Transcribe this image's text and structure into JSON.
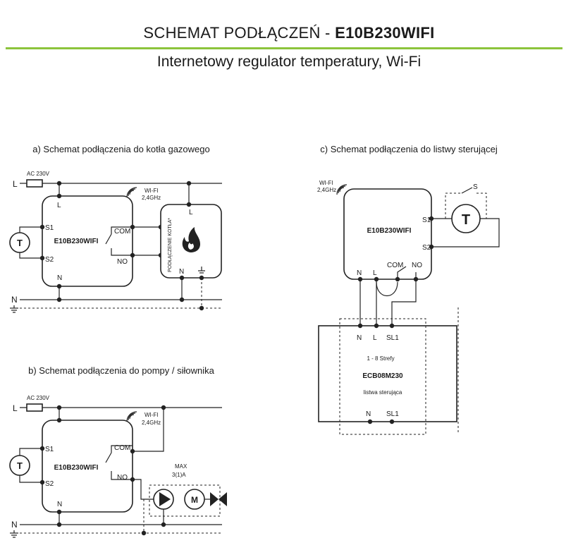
{
  "header": {
    "title_prefix": "SCHEMAT PODŁĄCZEŃ - ",
    "title_model": "E10B230WIFI",
    "subtitle": "Internetowy regulator temperatury, Wi-Fi"
  },
  "diagram_a": {
    "caption": "a) Schemat podłączenia do kotła gazowego",
    "supply": "AC 230V",
    "line_L": "L",
    "line_N": "N",
    "device": "E10B230WIFI",
    "term_L": "L",
    "term_S1": "S1",
    "term_S2": "S2",
    "term_COM": "COM",
    "term_NO": "NO",
    "term_N": "N",
    "sensor": "T",
    "wifi_1": "WI-FI",
    "wifi_2": "2,4GHz",
    "boiler_label": "PODŁĄCZENIE KOTŁA*",
    "boiler_L": "L",
    "boiler_N": "N"
  },
  "diagram_b": {
    "caption": "b) Schemat podłączenia do pompy / siłownika",
    "supply": "AC 230V",
    "line_L": "L",
    "line_N": "N",
    "device": "E10B230WIFI",
    "term_S1": "S1",
    "term_S2": "S2",
    "term_COM": "COM",
    "term_NO": "NO",
    "term_N": "N",
    "sensor": "T",
    "wifi_1": "WI-FI",
    "wifi_2": "2,4GHz",
    "max_1": "MAX",
    "max_2": "3(1)A",
    "motor": "M"
  },
  "diagram_c": {
    "caption": "c) Schemat podłączenia do listwy sterującej",
    "wifi_1": "WI-FI",
    "wifi_2": "2,4GHz",
    "device": "E10B230WIFI",
    "term_S1": "S1",
    "term_S2": "S2",
    "term_N": "N",
    "term_L": "L",
    "term_COM": "COM",
    "term_NO": "NO",
    "switch_S": "S",
    "sensor": "T",
    "strip_N": "N",
    "strip_L": "L",
    "strip_SL1": "SL1",
    "zones": "1 - 8 Strefy",
    "strip_model": "ECB08M230",
    "strip_name": "listwa sterująca",
    "strip_N2": "N",
    "strip_SL1b": "SL1"
  }
}
